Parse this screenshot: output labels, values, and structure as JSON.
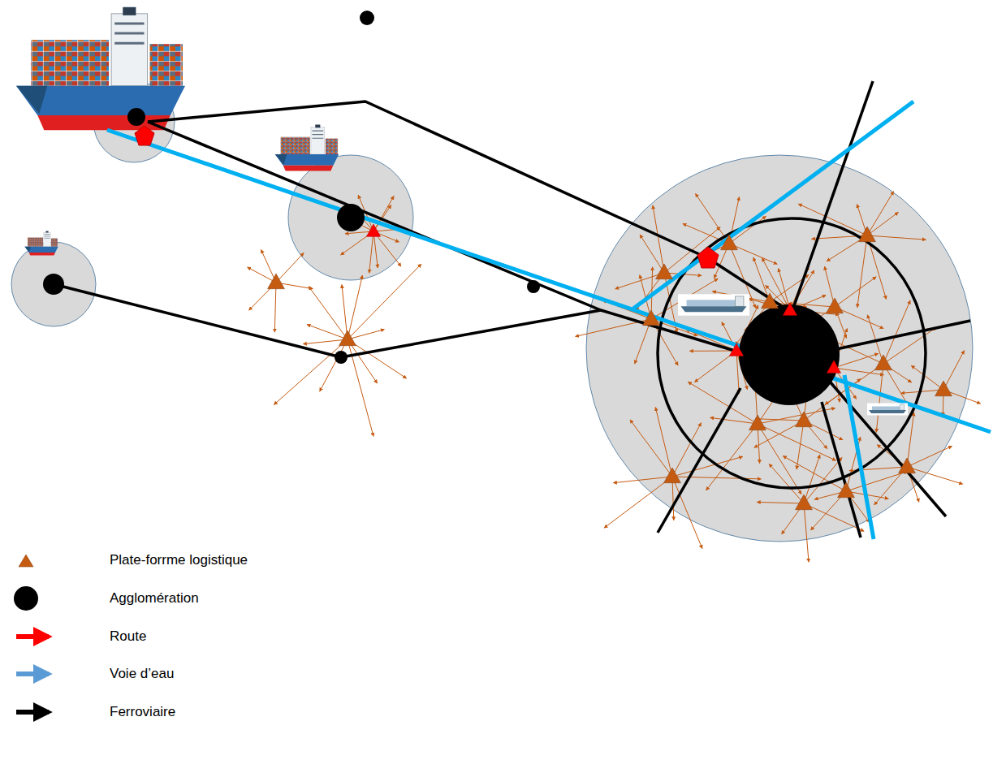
{
  "diagram": {
    "legend": [
      {
        "text": "Plate-forrme logistique"
      },
      {
        "text": "Agglomération"
      },
      {
        "text": "Route"
      },
      {
        "text": "Voie d’eau"
      },
      {
        "text": "Ferroviaire"
      }
    ]
  }
}
